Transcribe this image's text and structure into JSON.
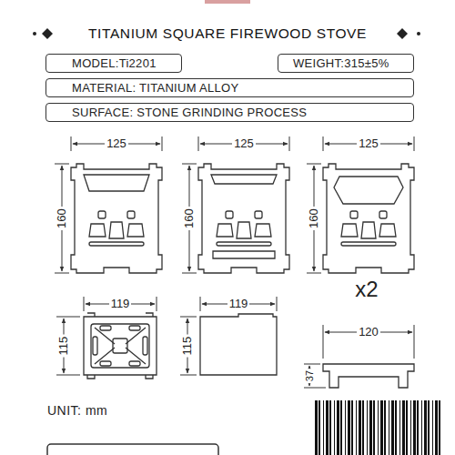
{
  "diagram": {
    "title": "TITANIUM SQUARE FIREWOOD STOVE",
    "nodes": [
      {
        "text": [
          "MODEL:Ti2201"
        ]
      },
      {
        "text": [
          "WEIGHT:315±5%"
        ]
      },
      {
        "text": [
          "MATERIAL: TITANIUM ALLOY"
        ]
      },
      {
        "text": [
          "SURFACE: STONE GRINDING PROCESS"
        ]
      }
    ],
    "labels": [
      "125",
      "125",
      "125",
      "160",
      "160",
      "160",
      "x2",
      "119",
      "119",
      "115",
      "115",
      "120",
      "37",
      "UNIT: mm"
    ]
  }
}
